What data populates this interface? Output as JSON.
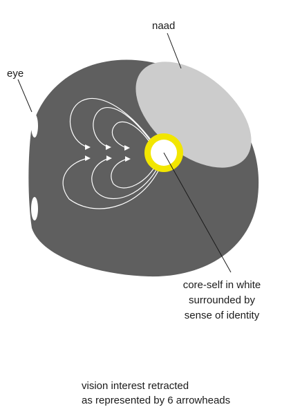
{
  "labels": {
    "eye": "eye",
    "naad": "naad",
    "core_self": [
      "core-self in white",
      "surrounded by",
      "sense of identity"
    ]
  },
  "caption": [
    "vision interest retracted",
    "as represented by 6 arrowheads"
  ],
  "colors": {
    "head": "#5f5f5f",
    "naad_region": "#cccccc",
    "identity_ring": "#f2e600",
    "core_self": "#ffffff",
    "flow_lines": "#ffffff",
    "leader_lines": "#1a1a1a"
  }
}
